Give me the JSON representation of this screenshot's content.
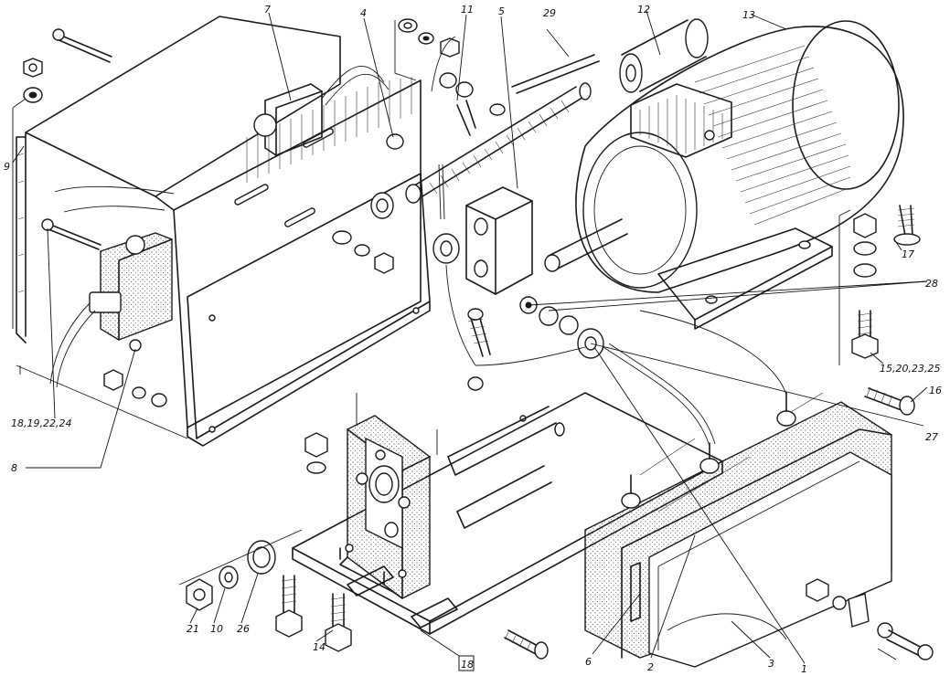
{
  "callouts": {
    "c7": "7",
    "c4": "4",
    "c11": "11",
    "c5": "5",
    "c29": "29",
    "c12": "12",
    "c13": "13",
    "c9": "9",
    "c17": "17",
    "c28": "28",
    "c15": "15,20,23,25",
    "c16": "16",
    "c27": "27",
    "c18left": "18,19,22,24",
    "c8": "8",
    "c21": "21",
    "c10": "10",
    "c26": "26",
    "c14": "14",
    "c18box": "18",
    "c6": "6",
    "c2": "2",
    "c3": "3",
    "c1": "1"
  }
}
